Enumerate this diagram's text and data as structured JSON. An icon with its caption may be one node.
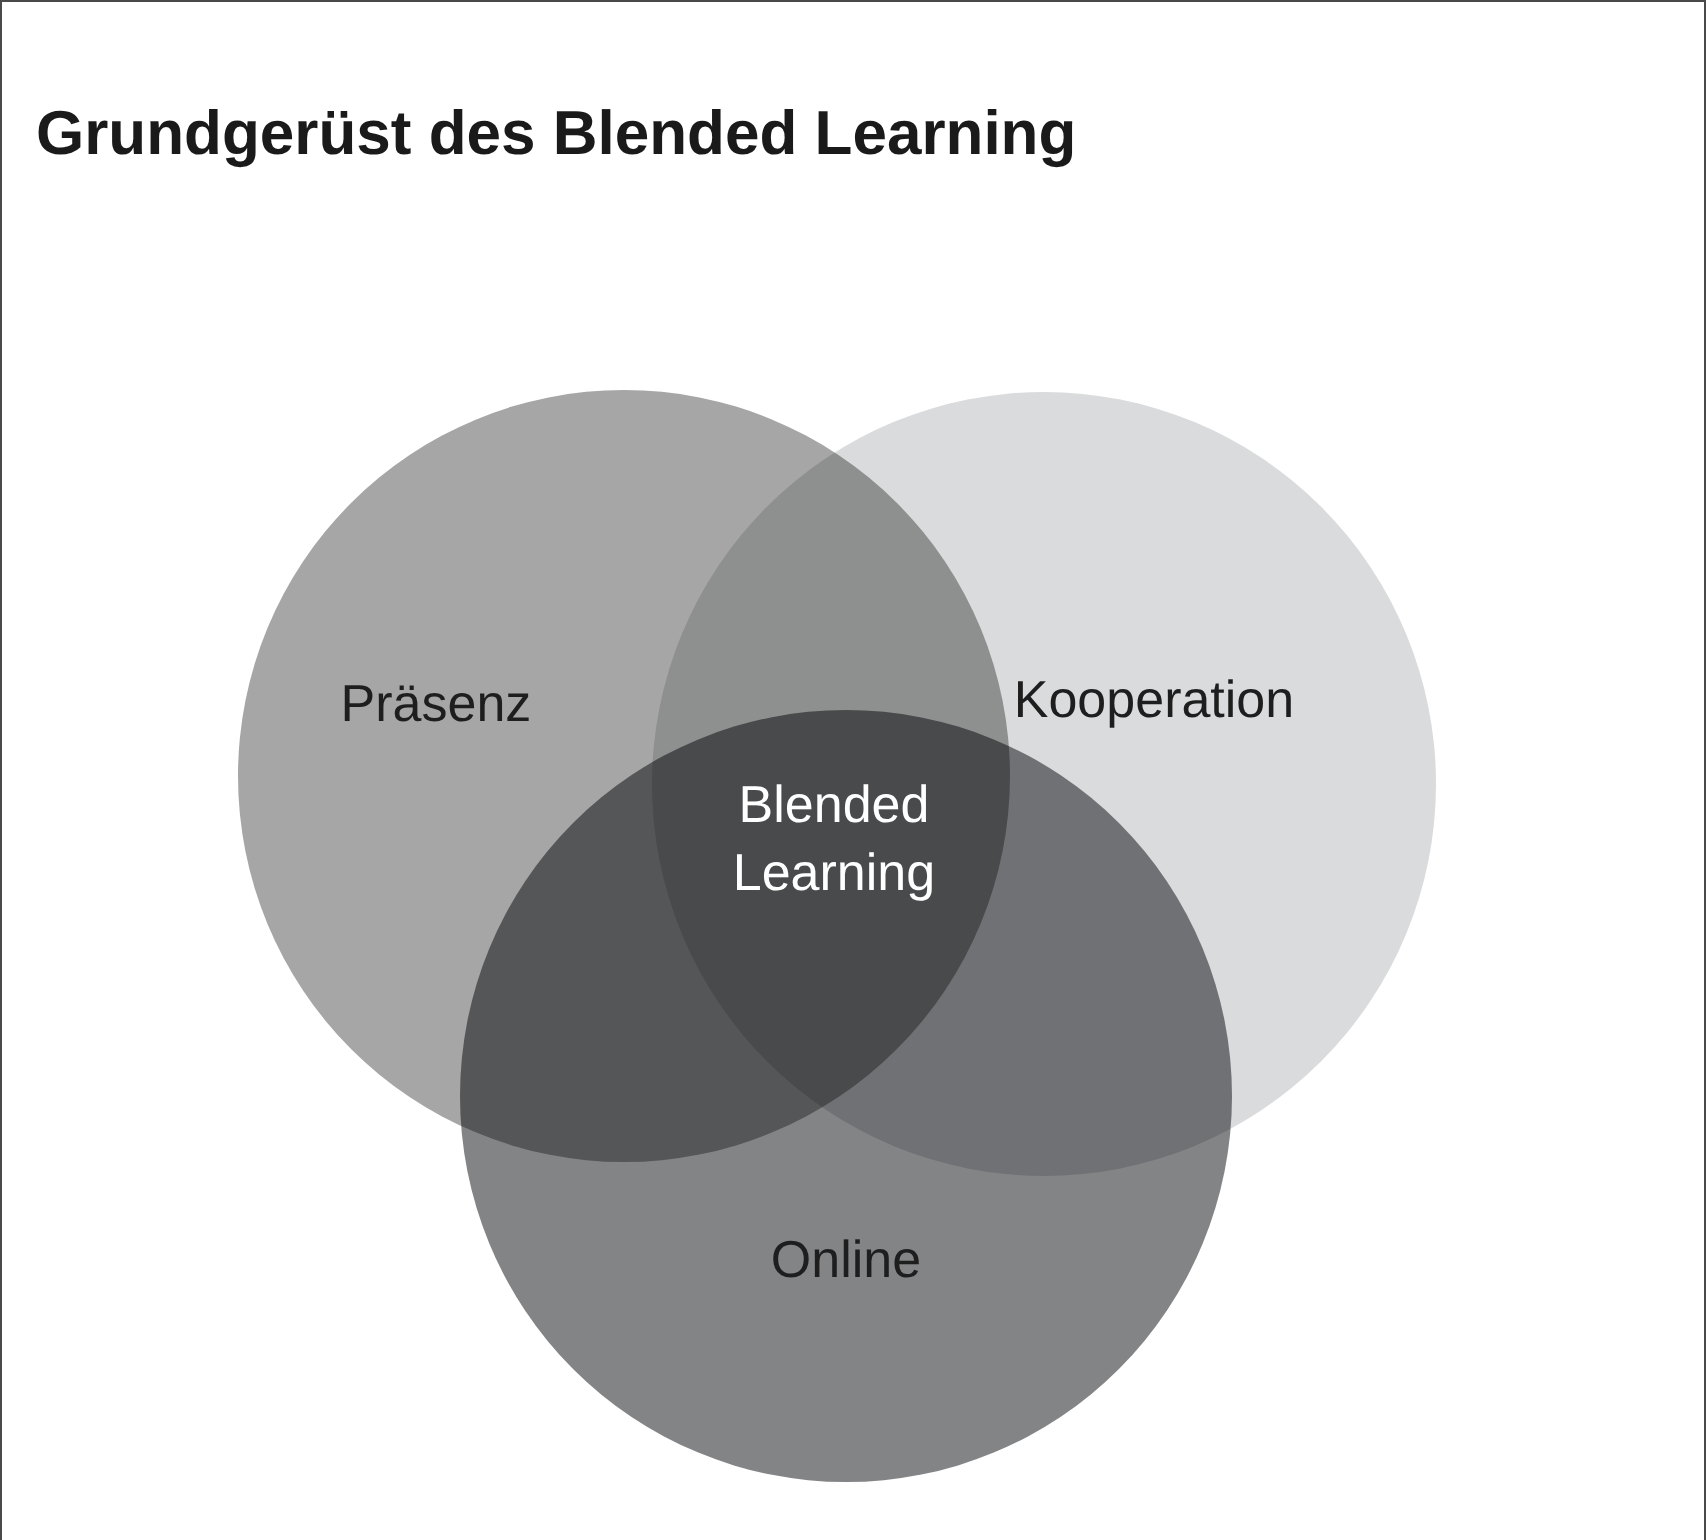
{
  "diagram": {
    "title": "Grundgerüst des Blended Learning",
    "nodes": [
      {
        "text": [
          "Präsenz"
        ]
      },
      {
        "text": [
          "Kooperation"
        ]
      },
      {
        "text": [
          "Online"
        ]
      }
    ],
    "labels": [
      "Blended Learning"
    ]
  }
}
